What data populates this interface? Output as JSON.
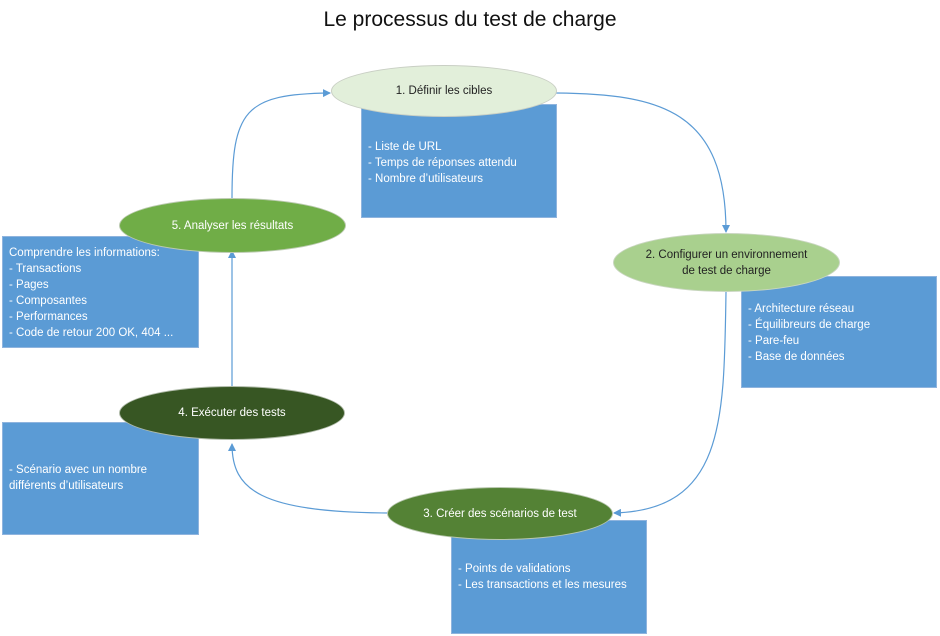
{
  "title": "Le processus du test de charge",
  "colors": {
    "arrow": "#5b9bd5",
    "box": "#5b9bd5",
    "step1": "#e2efda",
    "step2": "#a9d08e",
    "step3": "#548235",
    "step4": "#375623",
    "step5": "#70ad47"
  },
  "steps": [
    {
      "label": "1. Définir les cibles",
      "details": [
        "- Liste de URL",
        "- Temps de réponses attendu",
        "- Nombre d’utilisateurs"
      ]
    },
    {
      "label_line1": "2. Configurer un environnement",
      "label_line2": "de test de charge",
      "details": [
        "- Architecture réseau",
        "- Équilibreurs de charge",
        "- Pare-feu",
        "- Base de données"
      ]
    },
    {
      "label": "3. Créer des scénarios de test",
      "details": [
        "- Points de validations",
        "- Les transactions et les mesures"
      ]
    },
    {
      "label": "4. Exécuter des tests",
      "details": [
        "- Scénario avec un nombre",
        "différents d’utilisateurs"
      ]
    },
    {
      "label": "5. Analyser les résultats",
      "details": [
        "Comprendre les informations:",
        "- Transactions",
        "- Pages",
        "- Composantes",
        "- Performances",
        "- Code de retour 200 OK, 404 ..."
      ]
    }
  ]
}
